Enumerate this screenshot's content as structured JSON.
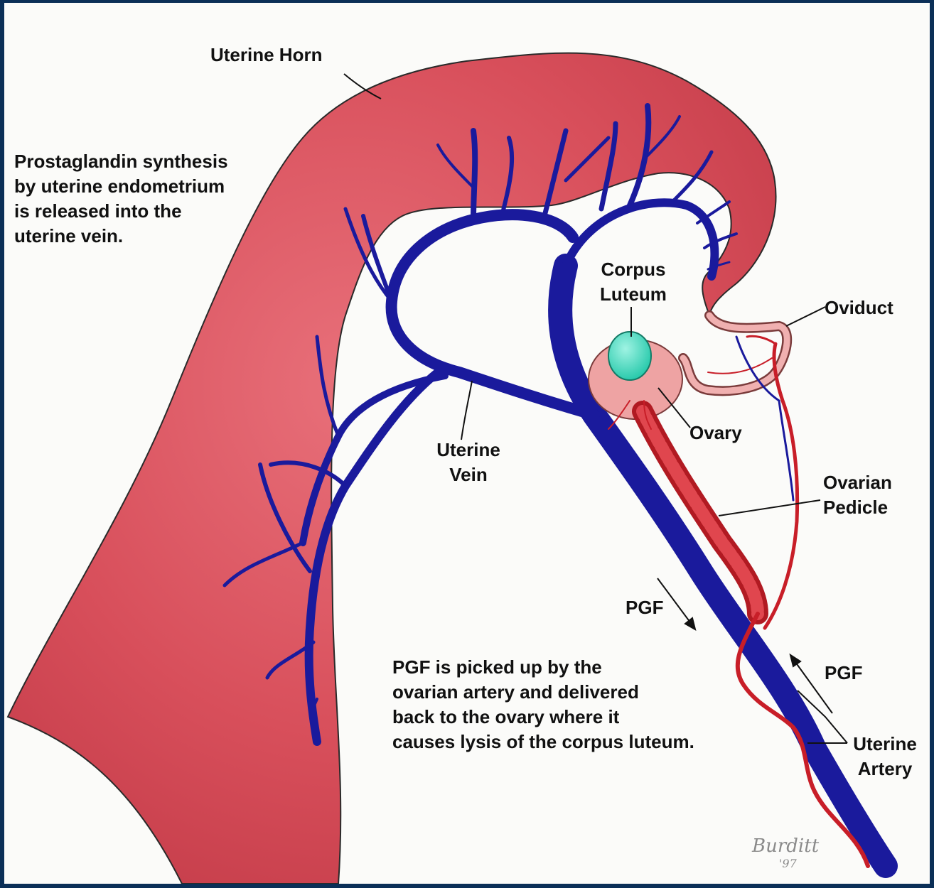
{
  "labels": {
    "uterine_horn": "Uterine Horn",
    "prostaglandin_note": [
      "Prostaglandin synthesis",
      "by uterine endometrium",
      "is released into the",
      "uterine vein."
    ],
    "corpus_luteum": [
      "Corpus",
      "Luteum"
    ],
    "oviduct": "Oviduct",
    "ovary": "Ovary",
    "uterine_vein": [
      "Uterine",
      "Vein"
    ],
    "ovarian_pedicle": [
      "Ovarian",
      "Pedicle"
    ],
    "pgf_left": "PGF",
    "pgf_right": "PGF",
    "pgf_note": [
      "PGF is picked up by the",
      "ovarian artery and delivered",
      "back to the ovary where it",
      "causes lysis of the corpus luteum."
    ],
    "uterine_artery": [
      "Uterine",
      "Artery"
    ]
  },
  "signature": {
    "name": "Burditt",
    "year": "'97"
  },
  "colors": {
    "frame": "#0b2f57",
    "background": "#fbfbf9",
    "uterus": "#d9525c",
    "vein": "#1a1a9c",
    "artery": "#c81e28",
    "corpus_luteum": "#2fd3b6",
    "ovary": "#e89a9a"
  }
}
